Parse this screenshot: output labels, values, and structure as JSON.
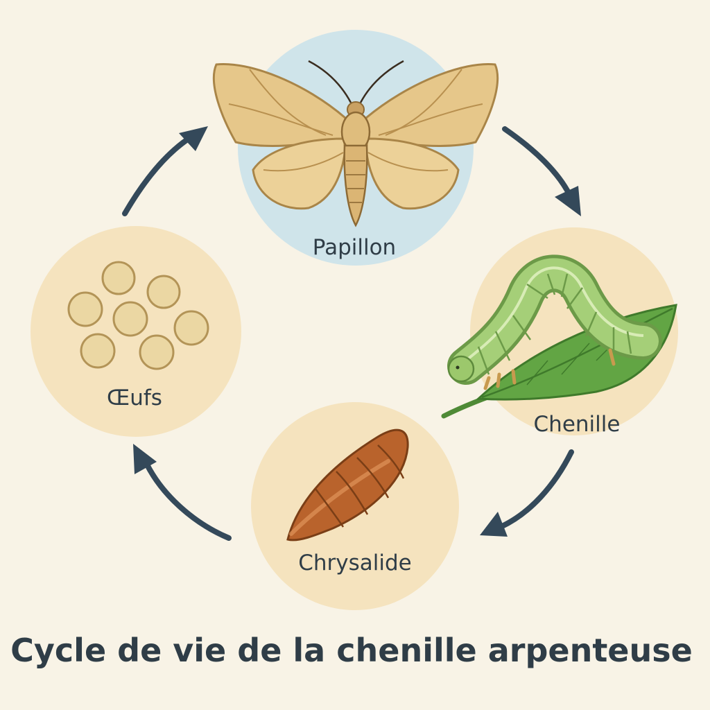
{
  "title": "Cycle de vie de la chenille arpenteuse",
  "stages": {
    "papillon": "Papillon",
    "chenille": "Chenille",
    "chrysalide": "Chrysalide",
    "oeufs": "Œufs"
  },
  "colors": {
    "background": "#f8f3e6",
    "stage_circle": "#f5e3be",
    "butterfly_circle": "#cfe4ea",
    "arrow": "#34495a",
    "text": "#2f3d47"
  },
  "illustrations": {
    "papillon": "moth-illustration",
    "chenille": "inchworm-on-leaf-illustration",
    "chrysalide": "pupa-illustration",
    "oeufs": "eggs-illustration"
  }
}
